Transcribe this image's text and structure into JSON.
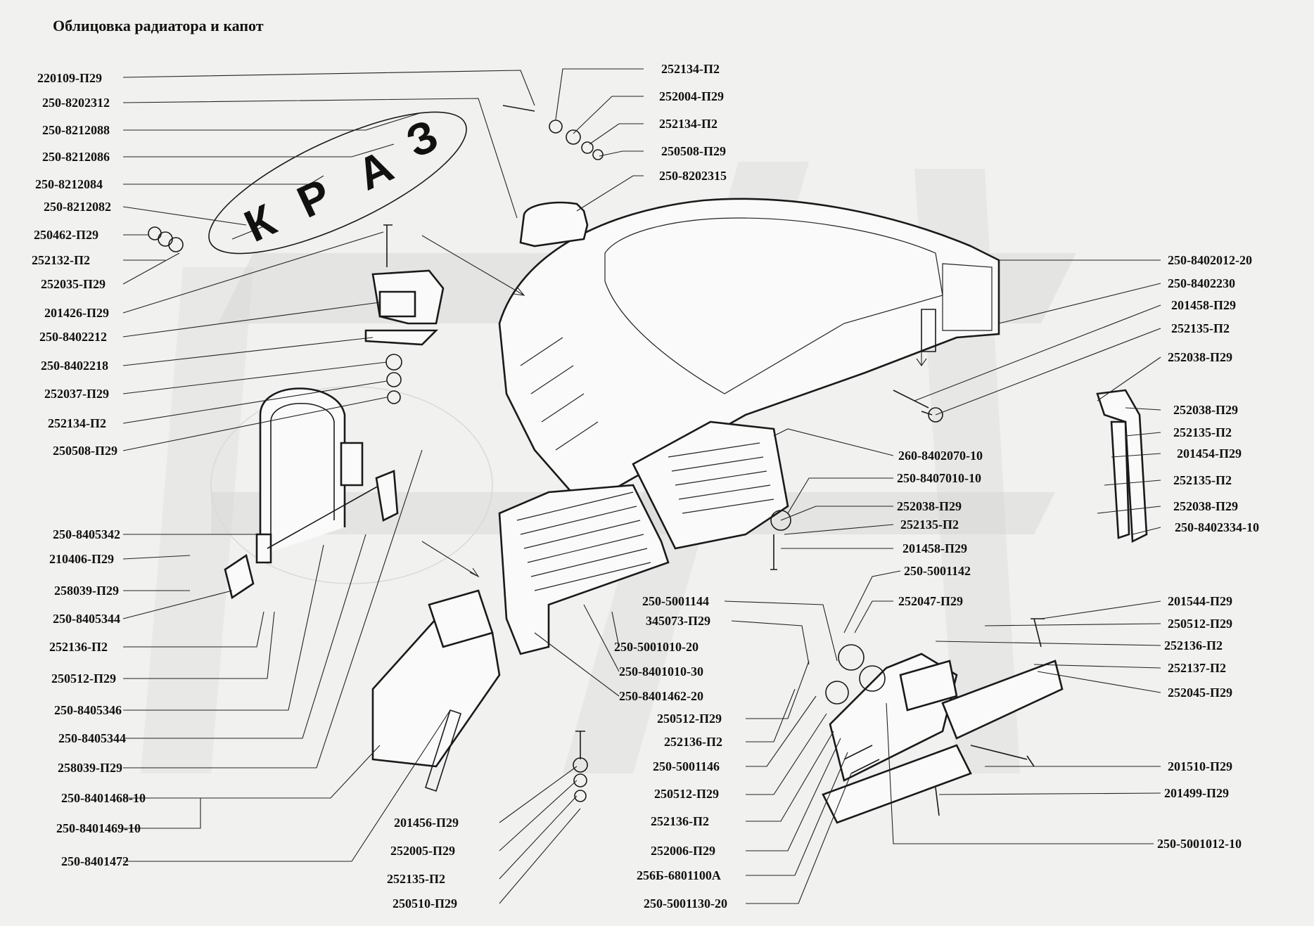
{
  "title": "Облицовка радиатора и капот",
  "logo": {
    "letters": [
      "К",
      "Р",
      "А",
      "З"
    ]
  },
  "labels_left": [
    "220109-П29",
    "250-8202312",
    "250-8212088",
    "250-8212086",
    "250-8212084",
    "250-8212082",
    "250462-П29",
    "252132-П2",
    "252035-П29",
    "201426-П29",
    "250-8402212",
    "250-8402218",
    "252037-П29",
    "252134-П2",
    "250508-П29",
    "250-8405342",
    "210406-П29",
    "258039-П29",
    "250-8405344",
    "252136-П2",
    "250512-П29",
    "250-8405346",
    "250-8405344",
    "258039-П29",
    "250-8401468-10",
    "250-8401469-10",
    "250-8401472"
  ],
  "labels_top": [
    "252134-П2",
    "252004-П29",
    "252134-П2",
    "250508-П29",
    "250-8202315"
  ],
  "labels_right": [
    "250-8402012-20",
    "250-8402230",
    "201458-П29",
    "252135-П2",
    "252038-П29",
    "252038-П29",
    "252135-П2",
    "201454-П29",
    "252135-П2",
    "252038-П29",
    "250-8402334-10",
    "201544-П29",
    "250512-П29",
    "252136-П2",
    "252137-П2",
    "252045-П29",
    "201510-П29",
    "201499-П29",
    "250-5001012-10"
  ],
  "labels_center": [
    "260-8402070-10",
    "250-8407010-10",
    "252038-П29",
    "252135-П2",
    "201458-П29",
    "250-5001142",
    "250-5001144",
    "252047-П29",
    "345073-П29",
    "250-5001010-20",
    "250-8401010-30",
    "250-8401462-20",
    "250512-П29",
    "252136-П2",
    "250-5001146",
    "250512-П29",
    "252136-П2",
    "252006-П29",
    "256Б-6801100А",
    "250-5001130-20"
  ],
  "labels_bottom": [
    "201456-П29",
    "252005-П29",
    "252135-П2",
    "250510-П29"
  ]
}
